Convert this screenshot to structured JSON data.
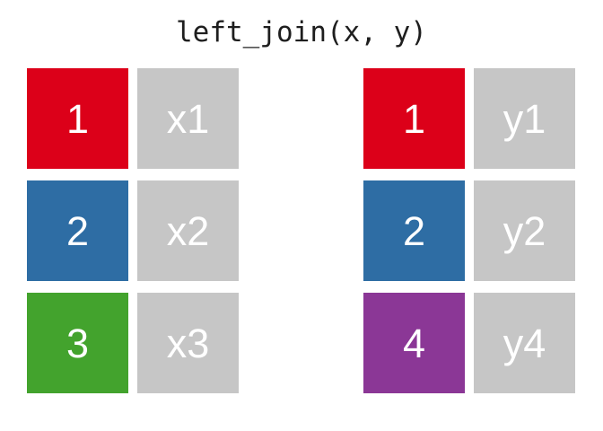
{
  "title": "left_join(x, y)",
  "palette": {
    "red": "#dc0019",
    "blue": "#2e6da4",
    "green": "#43a32d",
    "purple": "#8b3796",
    "gray": "#c6c6c6",
    "cell_text": "#ffffff",
    "title_text": "#1e1e1e",
    "background": "#ffffff"
  },
  "tables": [
    {
      "id": "x",
      "rows": [
        {
          "key": "1",
          "key_color": "red",
          "value": "x1"
        },
        {
          "key": "2",
          "key_color": "blue",
          "value": "x2"
        },
        {
          "key": "3",
          "key_color": "green",
          "value": "x3"
        }
      ]
    },
    {
      "id": "y",
      "rows": [
        {
          "key": "1",
          "key_color": "red",
          "value": "y1"
        },
        {
          "key": "2",
          "key_color": "blue",
          "value": "y2"
        },
        {
          "key": "4",
          "key_color": "purple",
          "value": "y4"
        }
      ]
    }
  ]
}
